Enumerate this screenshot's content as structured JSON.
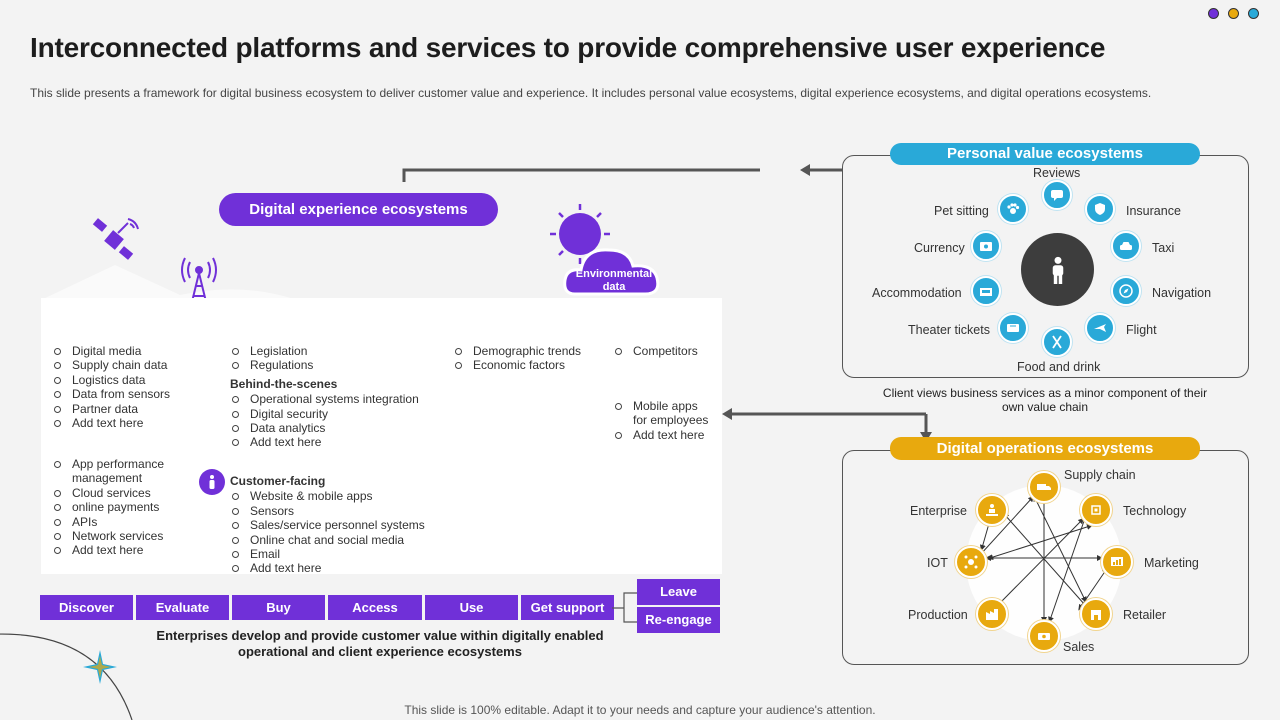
{
  "title": "Interconnected platforms and services to provide comprehensive user experience",
  "subtitle": "This slide presents a framework for digital business ecosystem to deliver customer value and experience. It includes personal value ecosystems, digital experience ecosystems, and digital operations ecosystems.",
  "footer": "This slide is 100% editable. Adapt it to your needs and capture your audience's attention.",
  "colors": {
    "purple": "#7030d8",
    "blue": "#29a9d8",
    "gold": "#e8a90e",
    "dark": "#3a3a3a"
  },
  "digital_experience": {
    "label": "Digital experience ecosystems",
    "environmental": "Environmental data",
    "col1a": [
      "Digital media",
      "Supply chain data",
      "Logistics data",
      "Data from sensors",
      "Partner data",
      "Add text here"
    ],
    "col1b": [
      "App performance management",
      "Cloud services",
      "online payments",
      "APIs",
      "Network services",
      "Add text here"
    ],
    "col2a": [
      "Legislation",
      "Regulations"
    ],
    "col2_head_behind": "Behind-the-scenes",
    "col2b": [
      "Operational systems integration",
      "Digital security",
      "Data analytics",
      "Add text here"
    ],
    "col2_head_customer": "Customer-facing",
    "col2c": [
      "Website & mobile apps",
      "Sensors",
      "Sales/service personnel systems",
      "Online chat and social media",
      "Email",
      "Add text here"
    ],
    "col3": [
      "Demographic trends",
      "Economic factors"
    ],
    "col4a": [
      "Competitors"
    ],
    "col4b": [
      "Mobile apps for employees",
      "Add text here"
    ],
    "steps": [
      "Discover",
      "Evaluate",
      "Buy",
      "Access",
      "Use",
      "Get support"
    ],
    "leave": "Leave",
    "reengage": "Re-engage",
    "caption": "Enterprises  develop and provide customer  value within digitally enabled operational and client experience ecosystems"
  },
  "personal_value": {
    "label": "Personal value ecosystems",
    "items": {
      "reviews": "Reviews",
      "insurance": "Insurance",
      "taxi": "Taxi",
      "navigation": "Navigation",
      "flight": "Flight",
      "food": "Food and drink",
      "theater": "Theater tickets",
      "accommodation": "Accommodation",
      "currency": "Currency",
      "pet": "Pet sitting"
    },
    "caption": "Client views business services as a minor component of their own value chain"
  },
  "digital_operations": {
    "label": "Digital operations ecosystems",
    "items": {
      "supply": "Supply chain",
      "technology": "Technology",
      "marketing": "Marketing",
      "retailer": "Retailer",
      "sales": "Sales",
      "production": "Production",
      "iot": "IOT",
      "enterprise": "Enterprise"
    }
  }
}
